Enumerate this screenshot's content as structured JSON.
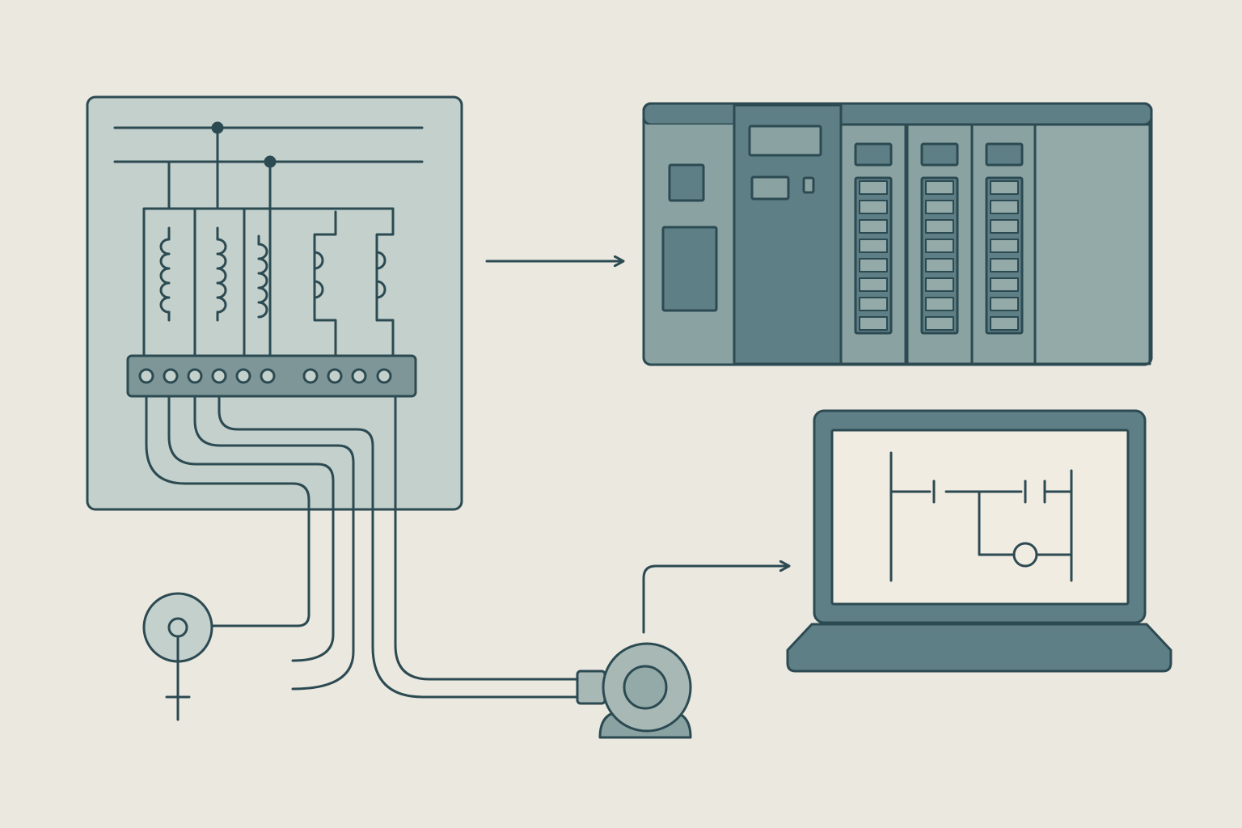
{
  "colors": {
    "background": "#ebe8e0",
    "outline": "#2c4a52",
    "panel_fill": "#c3d0cc",
    "plc_dark": "#5f7f86",
    "plc_mid": "#8aa2a2",
    "plc_light": "#93aaa8",
    "screen_fill": "#f1ece2",
    "motor_fill": "#a8b8b5"
  },
  "icons": {
    "control_panel": "electrical-control-panel-icon",
    "plc": "plc-rack-icon",
    "laptop": "laptop-icon",
    "motor": "electric-motor-icon",
    "sensor": "sensor-icon",
    "ladder": "ladder-logic-diagram-icon"
  },
  "diagram": {
    "relay_count": 5,
    "terminal_count": 10,
    "io_module_count": 3,
    "io_channels_per_module": 8
  }
}
